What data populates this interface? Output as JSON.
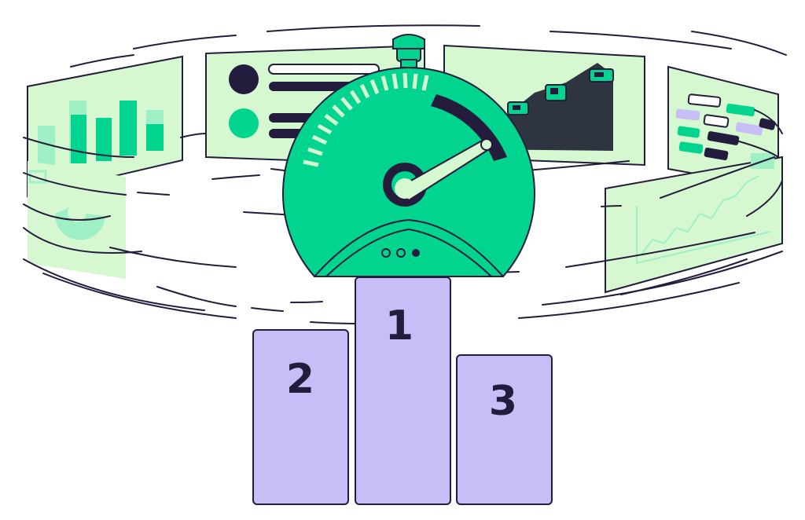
{
  "podium": {
    "first": "1",
    "second": "2",
    "third": "3"
  },
  "gauge": {
    "indicator_dots": 3,
    "active_dot": 3
  },
  "colors": {
    "green": "#00d48e",
    "pale_green": "#d6f8d0",
    "light_green": "#9ff0c4",
    "dark": "#231c3c",
    "dark_panel": "#2e3440",
    "purple": "#c8bdf6",
    "line": "#231c3c"
  },
  "icons": [
    "stopwatch-gauge-icon",
    "podium-icon",
    "bar-chart-panel-icon",
    "profile-list-panel-icon",
    "area-chart-panel-icon",
    "tags-panel-icon",
    "line-chart-panel-icon",
    "donut-chart-panel-icon"
  ]
}
